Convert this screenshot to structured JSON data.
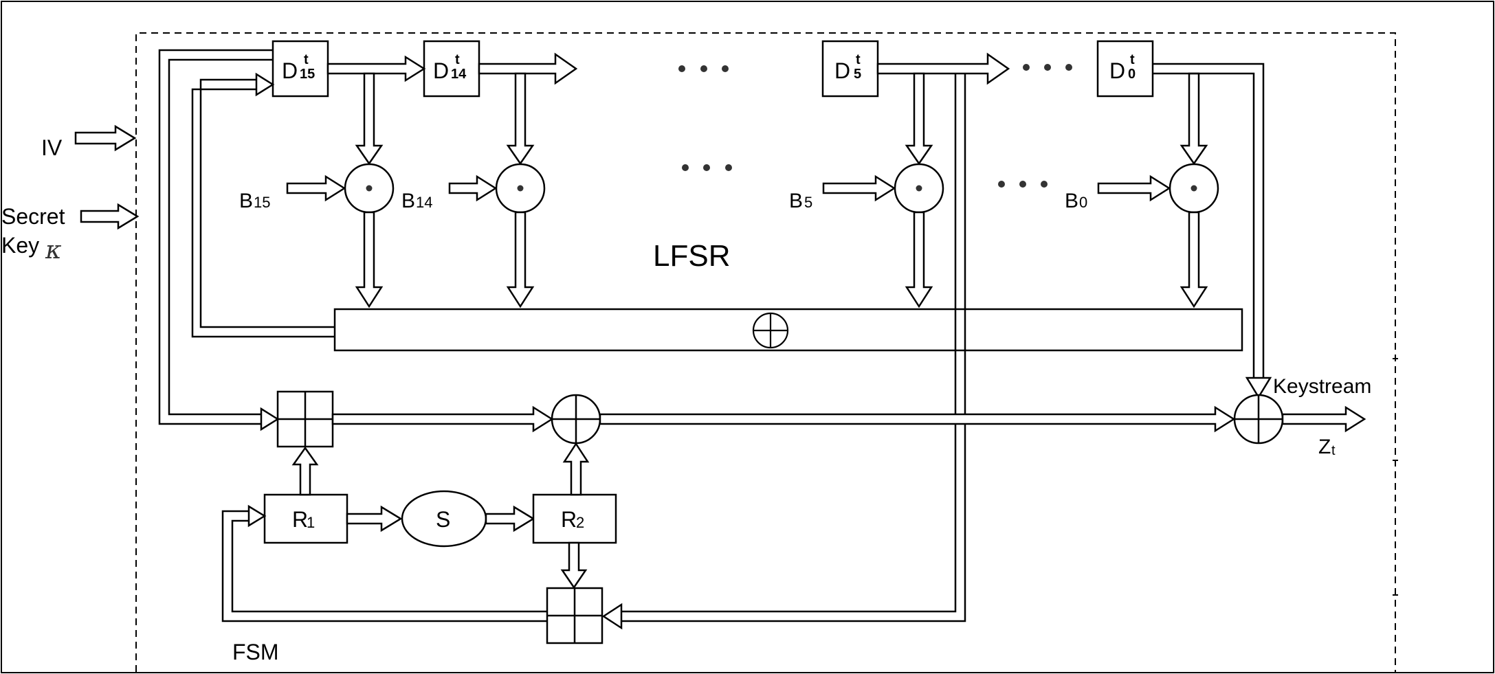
{
  "inputs": {
    "iv": "IV",
    "secret": "Secret",
    "key": "Key",
    "key_symbol": "κ"
  },
  "lfsr": {
    "label": "LFSR",
    "cells": [
      {
        "name": "D",
        "sup": "t",
        "sub": "15"
      },
      {
        "name": "D",
        "sup": "t",
        "sub": "14"
      },
      {
        "name": "D",
        "sup": "t",
        "sub": "5"
      },
      {
        "name": "D",
        "sup": "t",
        "sub": "0"
      }
    ],
    "coeffs": [
      {
        "name": "B",
        "sub": "15"
      },
      {
        "name": "B",
        "sub": "14"
      },
      {
        "name": "B",
        "sub": "5"
      },
      {
        "name": "B",
        "sub": "0"
      }
    ]
  },
  "fsm": {
    "label": "FSM",
    "r1": {
      "name": "R",
      "sub": "1"
    },
    "r2": {
      "name": "R",
      "sub": "2"
    },
    "sbox": "S"
  },
  "output": {
    "keystream": "Keystream",
    "z_name": "Z",
    "z_sub": "t"
  }
}
